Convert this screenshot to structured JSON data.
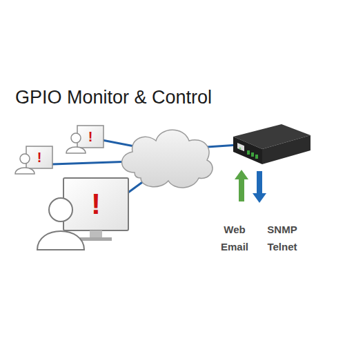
{
  "diagram": {
    "title": "GPIO Monitor & Control",
    "labels": [
      "!",
      "!",
      "!",
      "Web",
      "SNMP",
      "Email",
      "Telnet"
    ]
  }
}
